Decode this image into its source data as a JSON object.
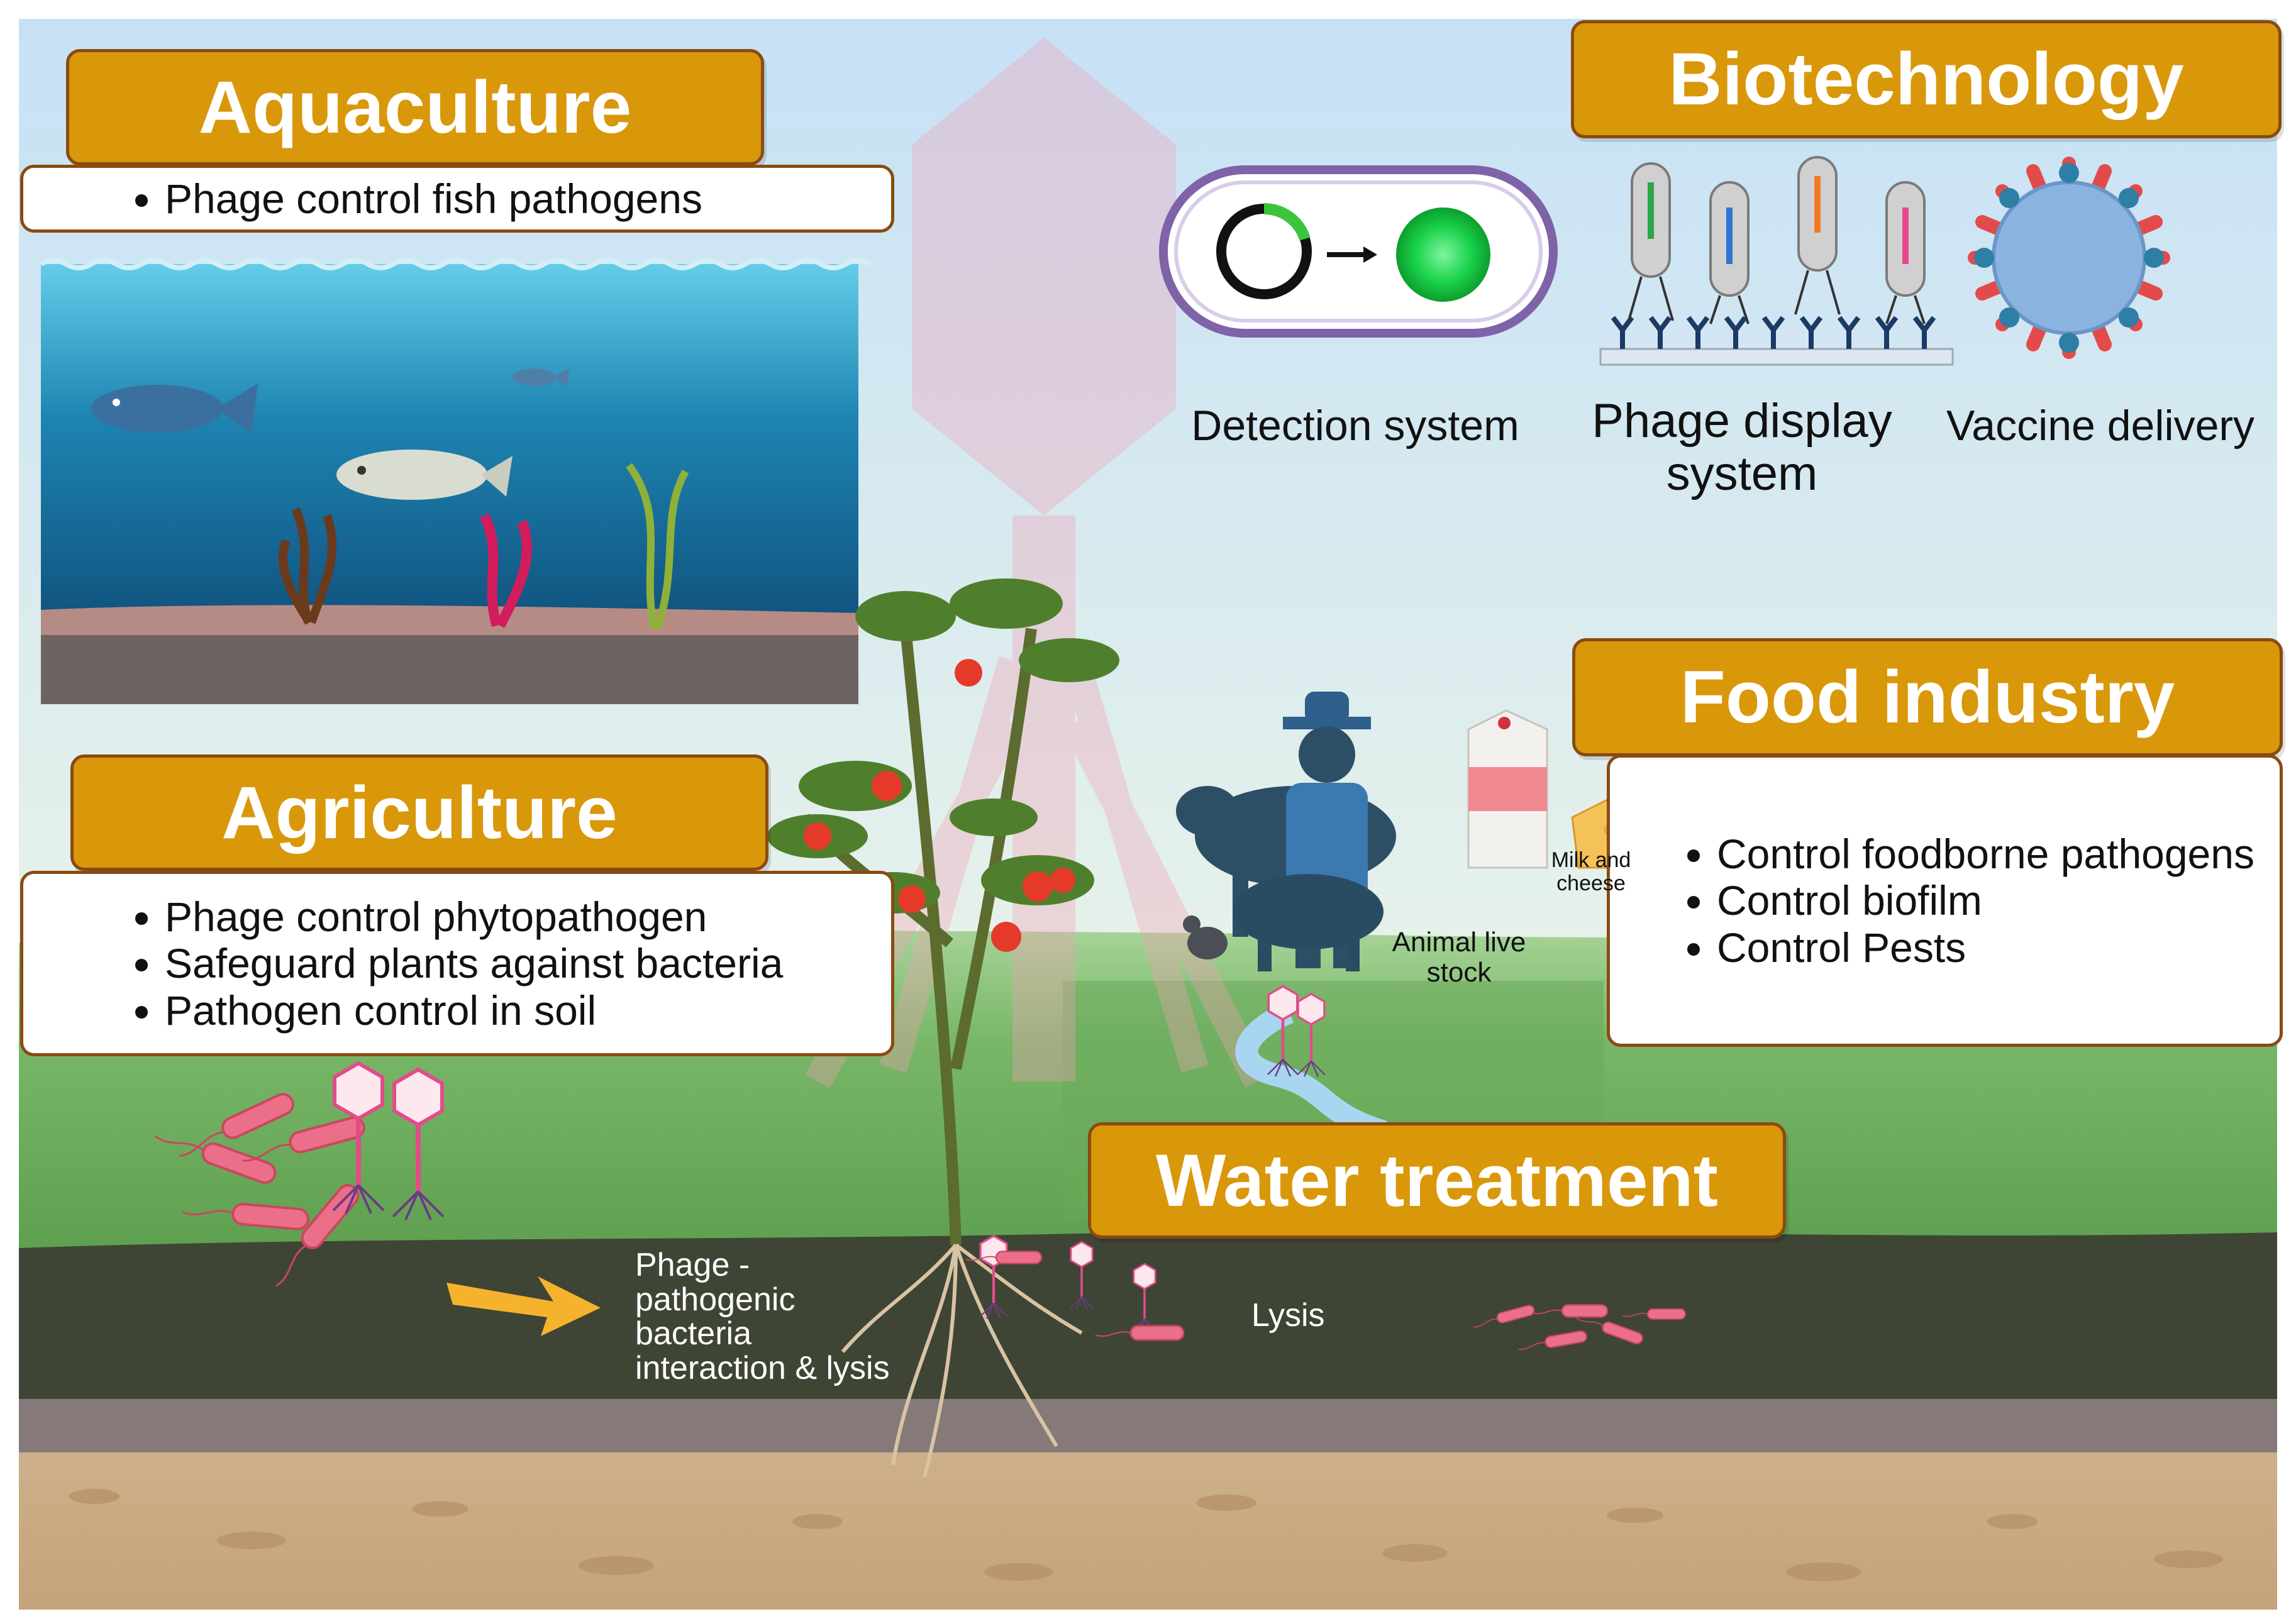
{
  "sections": {
    "aquaculture": {
      "title": "Aquaculture",
      "items": [
        "Phage control fish pathogens"
      ]
    },
    "biotechnology": {
      "title": "Biotechnology",
      "labels": {
        "detection": "Detection system",
        "display_line1": "Phage display",
        "display_line2": "system",
        "vaccine": "Vaccine delivery"
      }
    },
    "agriculture": {
      "title": "Agriculture",
      "items": [
        "Phage control phytopathogen",
        "Safeguard plants against bacteria",
        "Pathogen control in soil"
      ]
    },
    "food_industry": {
      "title": "Food industry",
      "items": [
        "Control foodborne pathogens",
        "Control biofilm",
        "Control Pests"
      ],
      "milk_label_line1": "Milk and",
      "milk_label_line2": "cheese"
    },
    "livestock": {
      "label_line1": "Animal live",
      "label_line2": "stock"
    },
    "water_treatment": {
      "title": "Water treatment"
    }
  },
  "soil_labels": {
    "interaction": [
      "Phage -",
      "pathogenic",
      "bacteria",
      "interaction & lysis"
    ],
    "lysis": "Lysis"
  },
  "icons": [
    "fish-icon",
    "seaweed-icon",
    "tomato-plant-icon",
    "farmer-icon",
    "cow-icon",
    "pig-icon",
    "chicken-icon",
    "milk-carton-icon",
    "cheese-icon",
    "bacteriophage-icon",
    "bacterium-icon",
    "plasmid-icon",
    "green-protein-icon",
    "virus-particle-icon",
    "arrow-icon"
  ],
  "colors": {
    "title_fill": "#d9970a",
    "title_border": "#8a4a12",
    "bacteria": "#e8637d",
    "phage": "#e24c8a",
    "sky": "#cfe7f7",
    "grass": "#6fae5c",
    "soil_dark": "#3f4535"
  }
}
